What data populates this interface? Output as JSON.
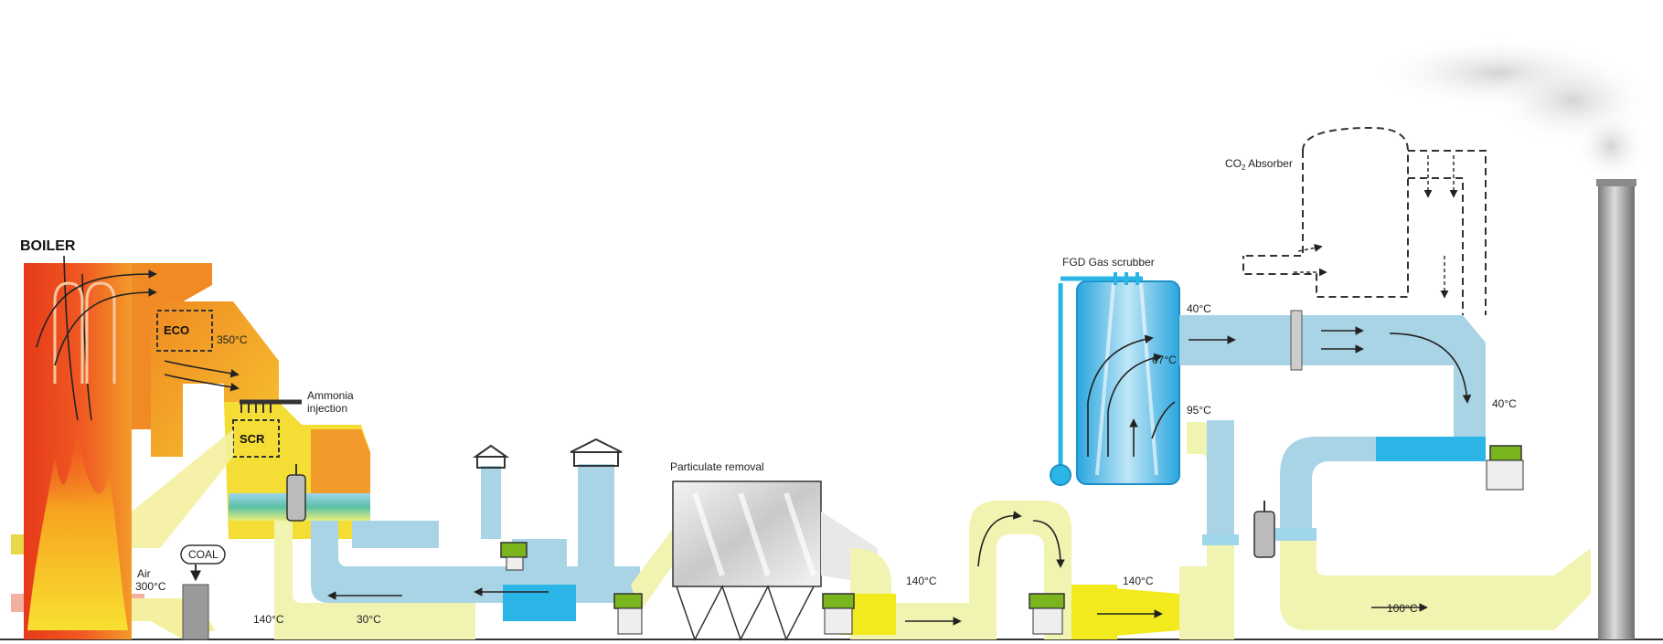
{
  "labels": {
    "boiler": "BOILER",
    "eco": "ECO",
    "scr": "SCR",
    "ammonia": [
      "Ammonia",
      "injection"
    ],
    "coal": "COAL",
    "air": [
      "Air",
      "300°C"
    ],
    "t350": "350°C",
    "t140_left": "140°C",
    "t30": "30°C",
    "particulate": "Particulate removal",
    "t140_a": "140°C",
    "t140_b": "140°C",
    "fgd": "FGD Gas scrubber",
    "co2": "CO",
    "co2_sub": "2",
    "co2_rest": " Absorber",
    "t40_top": "40°C",
    "t67": "67°C",
    "t95": "95°C",
    "t40_right": "40°C",
    "t100": "100°C"
  },
  "colors": {
    "flue_yellow": "#f1f3b0",
    "flue_blue": "#a9d4e6",
    "hot_orange": "#f09a28",
    "fire_red": "#e8471e",
    "bright_yellow": "#f2ea1c",
    "cyan": "#2bb5e6",
    "fan_green": "#7ab51d",
    "stack_grey": "#9a9a9a"
  },
  "icons": [
    "fan-icon",
    "valve-icon",
    "flow-arrow-icon",
    "smoke-plume-icon"
  ]
}
